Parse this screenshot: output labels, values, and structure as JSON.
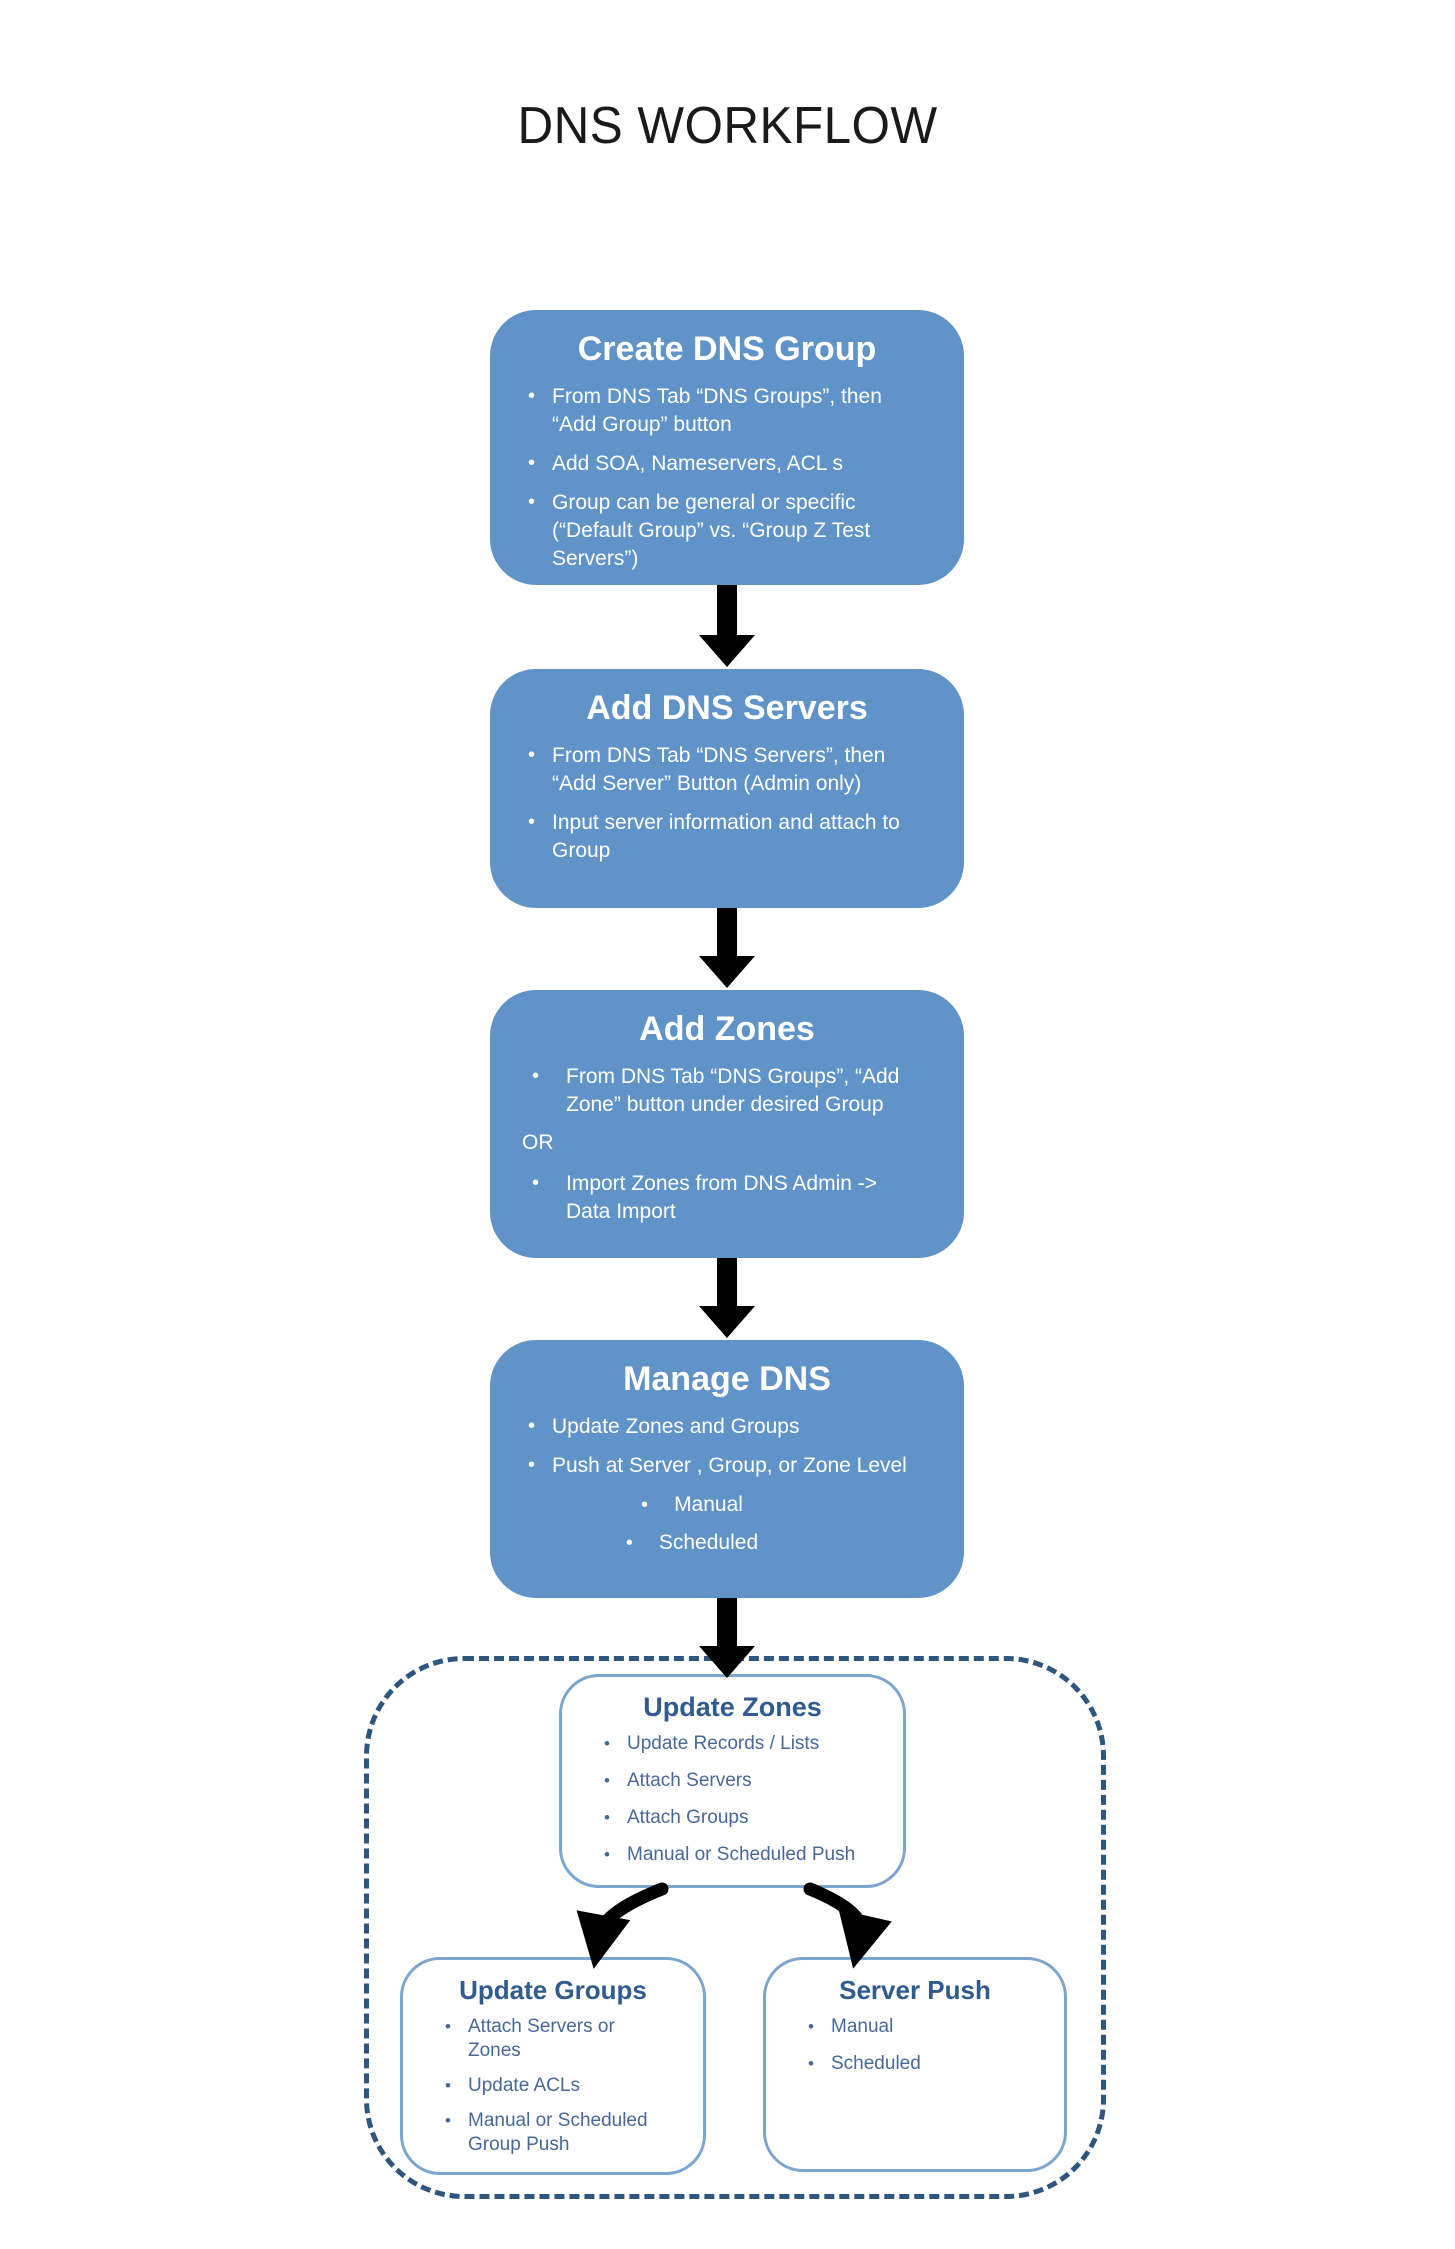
{
  "page_title": "DNS WORKFLOW",
  "colors": {
    "box_fill": "#6093c8",
    "box_text": "#ffffff",
    "detail_border": "#7ca6ce",
    "detail_title": "#2f5b8f",
    "detail_text": "#47699a",
    "dashed_border": "#2e567e",
    "arrow": "#000000",
    "title_text": "#1a1a1a"
  },
  "flow": [
    {
      "title": "Create DNS Group",
      "bullets": [
        "From DNS Tab “DNS Groups”, then “Add Group” button",
        "Add SOA, Nameservers, ACL s",
        "Group can be general or specific (“Default Group” vs. “Group Z Test Servers”)"
      ]
    },
    {
      "title": "Add DNS Servers",
      "bullets": [
        "From DNS Tab “DNS Servers”, then “Add Server” Button (Admin only)",
        "Input server information and attach to Group"
      ]
    },
    {
      "title": "Add  Zones",
      "bullets": [
        "From DNS Tab “DNS Groups”, “Add Zone” button under desired Group",
        "Import Zones from DNS Admin -> Data Import"
      ],
      "separator": "OR"
    },
    {
      "title": "Manage DNS",
      "bullets": [
        "Update Zones and Groups",
        "Push at Server , Group, or Zone Level"
      ],
      "sub_bullets": [
        "Manual",
        "Scheduled"
      ]
    }
  ],
  "details": [
    {
      "title": "Update Zones",
      "bullets": [
        "Update Records / Lists",
        "Attach Servers",
        "Attach Groups",
        "Manual or Scheduled Push"
      ]
    },
    {
      "title": "Update Groups",
      "bullets": [
        "Attach Servers or Zones",
        "Update ACLs",
        "Manual or Scheduled Group Push"
      ]
    },
    {
      "title": "Server Push",
      "bullets": [
        "Manual",
        "Scheduled"
      ]
    }
  ]
}
